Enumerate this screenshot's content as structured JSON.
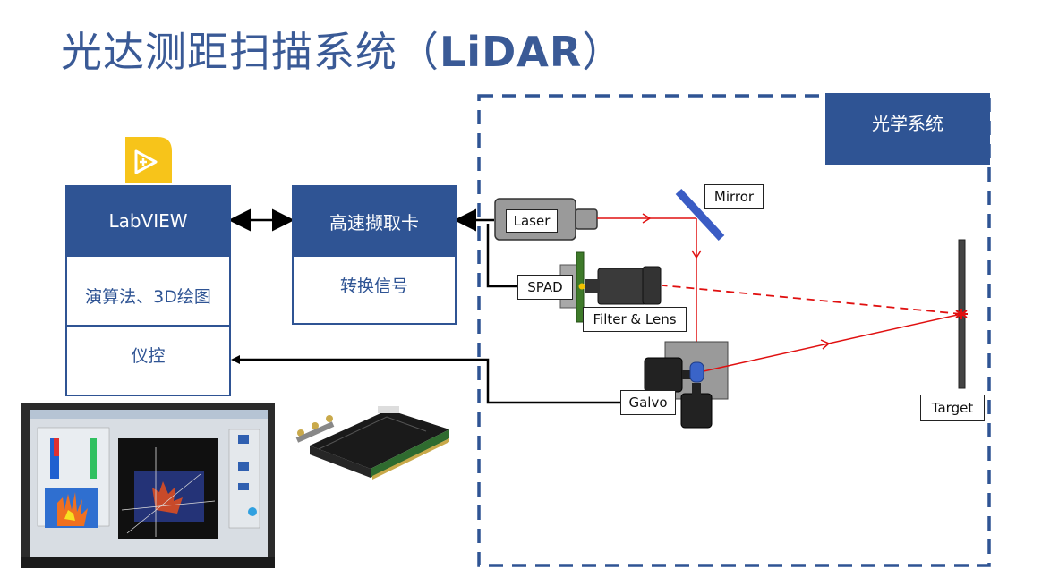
{
  "title": {
    "main": "光达测距扫描系统（",
    "bold": "LiDAR",
    "close": "）"
  },
  "optical_system": {
    "title": "光学系统"
  },
  "labview": {
    "header": "LabVIEW",
    "section1": "演算法、3D绘图",
    "section2": "仪控"
  },
  "capture_card": {
    "header": "高速撷取卡",
    "body": "转换信号"
  },
  "components": {
    "laser": "Laser",
    "mirror": "Mirror",
    "spad": "SPAD",
    "filter_lens": "Filter & Lens",
    "galvo": "Galvo",
    "target": "Target"
  },
  "colors": {
    "accent": "#2f5494",
    "beam": "#e01010",
    "logo": "#f7c41a"
  },
  "icons": {
    "labview_logo": "labview-logo-icon"
  }
}
